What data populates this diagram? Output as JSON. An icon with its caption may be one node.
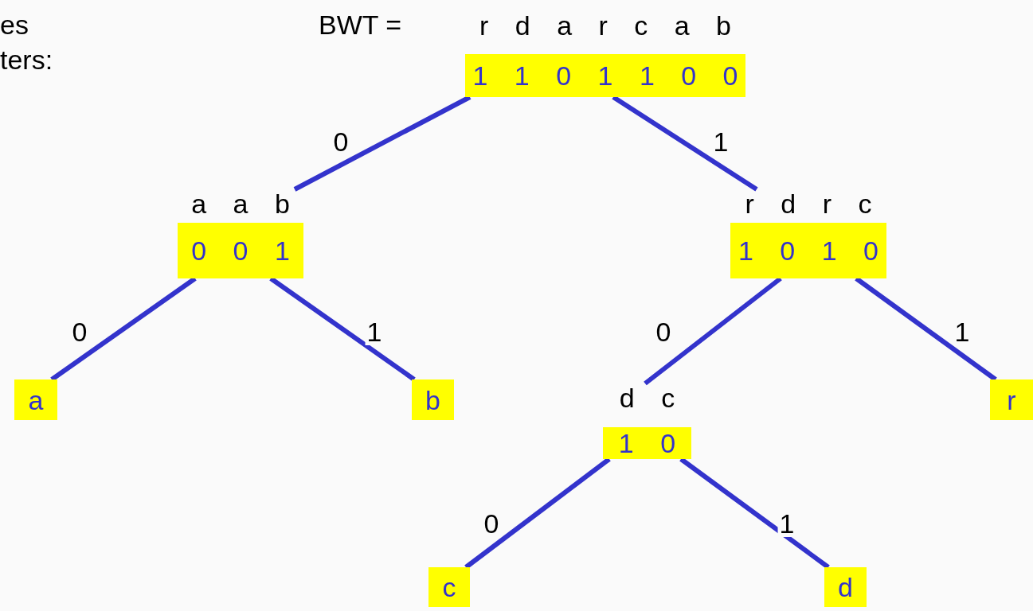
{
  "diagram": {
    "nodes": [
      {
        "text": [
          "r d a r c a b",
          "1 1 0 1 1 0 0"
        ]
      },
      {
        "text": [
          "a a b",
          "0 0 1"
        ]
      },
      {
        "text": [
          "r d r c",
          "1 0 1 0"
        ]
      },
      {
        "text": [
          "a"
        ]
      },
      {
        "text": [
          "b"
        ]
      },
      {
        "text": [
          "d c",
          "1 0"
        ]
      },
      {
        "text": [
          "r"
        ]
      },
      {
        "text": [
          "c"
        ]
      },
      {
        "text": [
          "d"
        ]
      }
    ],
    "edges": [
      {
        "from": 0,
        "to": 1,
        "arrow": "none",
        "label": "0"
      },
      {
        "from": 0,
        "to": 2,
        "arrow": "none",
        "label": "1"
      },
      {
        "from": 1,
        "to": 3,
        "arrow": "none",
        "label": "0"
      },
      {
        "from": 1,
        "to": 4,
        "arrow": "none",
        "label": "1"
      },
      {
        "from": 2,
        "to": 5,
        "arrow": "none",
        "label": "0"
      },
      {
        "from": 2,
        "to": 6,
        "arrow": "none",
        "label": "1"
      },
      {
        "from": 5,
        "to": 7,
        "arrow": "none",
        "label": "0"
      },
      {
        "from": 5,
        "to": 8,
        "arrow": "none",
        "label": "1"
      }
    ],
    "labels": [
      "es",
      "ters:",
      "BWT ="
    ]
  }
}
